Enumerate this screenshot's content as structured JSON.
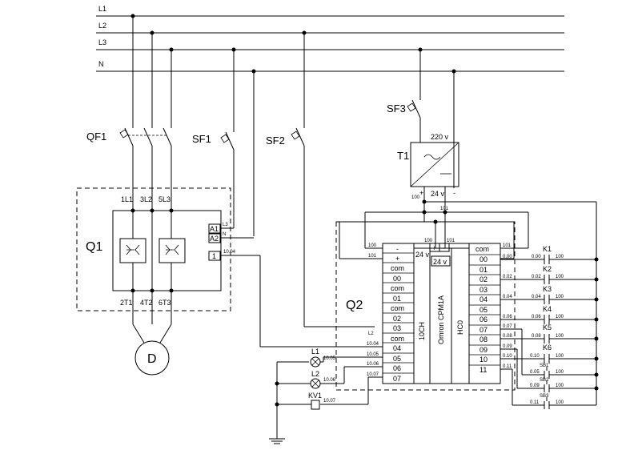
{
  "bus": {
    "l1": "L1",
    "l2": "L2",
    "l3": "L3",
    "n": "N"
  },
  "breakers": {
    "qf1": "QF1",
    "sf1": "SF1",
    "sf2": "SF2",
    "sf3": "SF3"
  },
  "transformer": {
    "name": "T1",
    "primary": "220 v",
    "secondary": "24 v",
    "plus": "+",
    "minus": "-",
    "out_plus": "100",
    "out_minus": "101"
  },
  "starter": {
    "name": "Q1",
    "inputs": [
      "1L1",
      "3L2",
      "5L3"
    ],
    "outputs": [
      "2T1",
      "4T2",
      "6T3"
    ],
    "terminals": [
      "A1",
      "A2",
      "1"
    ],
    "wire_l3": "L3",
    "wire_n": "N",
    "wire_1004": "10.04"
  },
  "motor": {
    "label": "D"
  },
  "plc": {
    "name": "Q2",
    "model": "Omron CPM1A",
    "left_title": "10CH",
    "right_title": "HC0",
    "supply": "24 v",
    "supply_inner": "24 v",
    "plus": "+",
    "minus": "-",
    "top_wires": [
      "100",
      "101",
      "100",
      "101"
    ],
    "out_labels": [
      "-",
      "+",
      "com",
      "00",
      "com",
      "01",
      "com",
      "02",
      "03",
      "com",
      "04",
      "05",
      "06",
      "07"
    ],
    "in_labels": [
      "com",
      "00",
      "01",
      "02",
      "03",
      "04",
      "05",
      "06",
      "07",
      "08",
      "09",
      "10",
      "11"
    ],
    "out_wires": [
      "100",
      "101",
      "L2",
      "10.04",
      "10.05",
      "10.06",
      "10.07"
    ],
    "in_wires": [
      "101",
      "0.00",
      "0.02",
      "0.04",
      "0.06",
      "0.07",
      "0.08",
      "0.09",
      "0.10",
      "0.11"
    ]
  },
  "outputs": {
    "l1": "L1",
    "l1_wire": "10.05",
    "l2": "L2",
    "l2_wire": "10.06",
    "kv1": "KV1",
    "kv1_wire": "10.07"
  },
  "inputs": {
    "k1": "K1",
    "k1_in": "0.00",
    "k2": "K2",
    "k2_in": "0.02",
    "k3": "K3",
    "k3_in": "0.04",
    "k4": "K4",
    "k4_in": "0.06",
    "k5": "K5",
    "k5_in": "0.08",
    "k6": "K6",
    "k6_in": "0.10",
    "sb1": "SB1",
    "sb1_in": "0.05",
    "sb2": "SB2",
    "sb2_in": "0.09",
    "sb3": "SB3",
    "sb3_in": "0.11",
    "common": "100"
  }
}
